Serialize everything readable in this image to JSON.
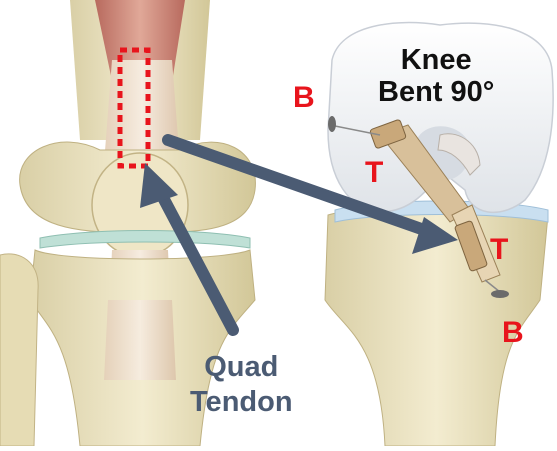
{
  "labels": {
    "knee_line1": "Knee",
    "knee_line2": "Bent 90°",
    "quad_line1": "Quad",
    "quad_line2": "Tendon",
    "b_top": "B",
    "t_top": "T",
    "t_bottom": "T",
    "b_bottom": "B"
  },
  "colors": {
    "label_red": "#e8141c",
    "arrow": "#4b5b73",
    "knee_text": "#111111",
    "dotted_outline": "#e8141c"
  },
  "icons": {
    "left_panel": "knee-anterior-view",
    "right_panel": "knee-flexed-with-graft"
  }
}
